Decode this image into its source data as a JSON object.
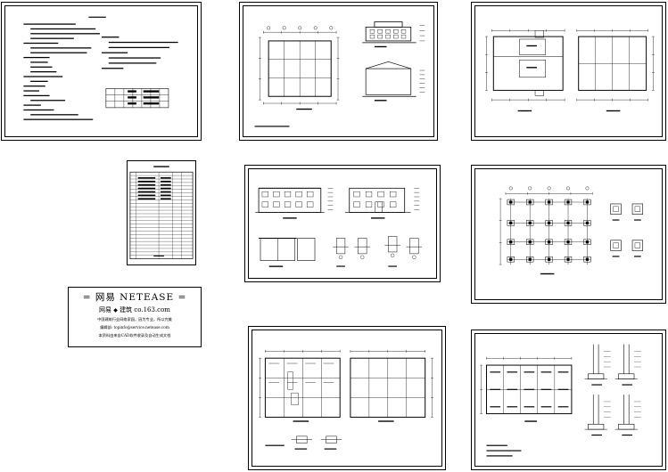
{
  "window": {
    "background": "#ffffff",
    "line_color": "#000000"
  },
  "sheets": [
    {
      "id": "design-notes",
      "kind": "notes"
    },
    {
      "id": "drawing-list",
      "kind": "schedule"
    },
    {
      "id": "plan-and-elevations",
      "kind": "plan"
    },
    {
      "id": "roof-and-floor-plan",
      "kind": "plan"
    },
    {
      "id": "elevations-sections",
      "kind": "elevation"
    },
    {
      "id": "foundation-plan",
      "kind": "grid"
    },
    {
      "id": "structure-plans",
      "kind": "plan"
    },
    {
      "id": "beam-details",
      "kind": "grid"
    }
  ],
  "titleblock": {
    "line1": "= 网易 NETEASE =",
    "line2_a": "网易",
    "line2_b": "建筑 co.163.com",
    "line3": "中国建筑行业网络家园，因为专业，所以完美",
    "line4": "编辑部: topinfo@service.netease.com",
    "line5": "本资料由来自CAD软件收录及自动生成文档"
  }
}
